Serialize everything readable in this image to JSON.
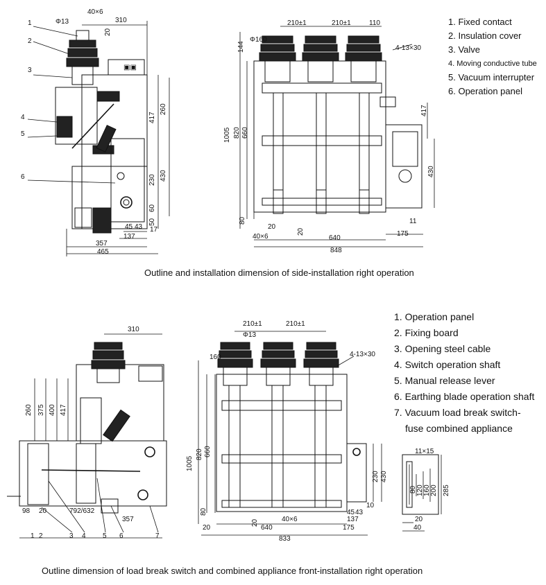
{
  "captions": {
    "top": "Outline and installation dimension of side-installation right operation",
    "bottom": "Outline dimension of load break switch and combined appliance front-installation right operation"
  },
  "legend_top": [
    "1. Fixed contact",
    "2. Insulation cover",
    "3. Valve",
    "4. Moving conductive tube",
    "5. Vacuum interrupter",
    "6. Operation panel"
  ],
  "legend_bottom": [
    "1. Operation panel",
    "2. Fixing board",
    "3. Opening steel cable",
    "4. Switch operation shaft",
    "5. Manual release lever",
    "6. Earthing blade operation shaft",
    "7. Vacuum load break switch-",
    "fuse combined appliance"
  ],
  "dims": {
    "tl_40x6": "40×6",
    "tl_phi13": "Φ13",
    "tl_310": "310",
    "tl_20": "20",
    "tl_417": "417",
    "tl_260": "260",
    "tl_430": "430",
    "tl_230": "230",
    "tl_60": "60",
    "tl_50": "50",
    "tl_45": "45",
    "tl_43": "43",
    "tl_17": "17",
    "tl_137": "137",
    "tl_357": "357",
    "tl_465": "465",
    "tl_n1": "1",
    "tl_n2": "2",
    "tl_n3": "3",
    "tl_n4": "4",
    "tl_n5": "5",
    "tl_n6": "6",
    "tr_210a": "210±1",
    "tr_210b": "210±1",
    "tr_110": "110",
    "tr_phi160": "Φ160",
    "tr_144": "144",
    "tr_4x13x30": "4-13×30",
    "tr_1005": "1005",
    "tr_820": "820",
    "tr_660": "660",
    "tr_80": "80",
    "tr_20a": "20",
    "tr_40x6": "40×6",
    "tr_20b": "20",
    "tr_640": "640",
    "tr_848": "848",
    "tr_175": "175",
    "tr_11": "11",
    "tr_417": "417",
    "tr_430": "430",
    "bl_310": "310",
    "bl_260": "260",
    "bl_375": "375",
    "bl_400": "400",
    "bl_417": "417",
    "bl_98": "98",
    "bl_20": "20",
    "bl_792": "792/632",
    "bl_357": "357",
    "bl_n1": "1",
    "bl_n2": "2",
    "bl_n3": "3",
    "bl_n4": "4",
    "bl_n5": "5",
    "bl_n6": "6",
    "bl_n7": "7",
    "br_210a": "210±1",
    "br_210b": "210±1",
    "br_phi13": "Φ13",
    "br_160": "160",
    "br_4x13x30": "4-13×30",
    "br_1005": "1005",
    "br_820": "820",
    "br_660": "660",
    "br_80": "80",
    "br_20a": "20",
    "br_20b": "20",
    "br_640": "640",
    "br_40x6": "40×6",
    "br_45": "45",
    "br_43": "43",
    "br_137": "137",
    "br_175": "175",
    "br_833": "833",
    "br_230": "230",
    "br_430": "430",
    "br_10": "10",
    "bx_11x15": "11×15",
    "bx_80": "80",
    "bx_120": "120",
    "bx_160": "160",
    "bx_200": "200",
    "bx_285": "285",
    "bx_20": "20",
    "bx_40": "40"
  }
}
